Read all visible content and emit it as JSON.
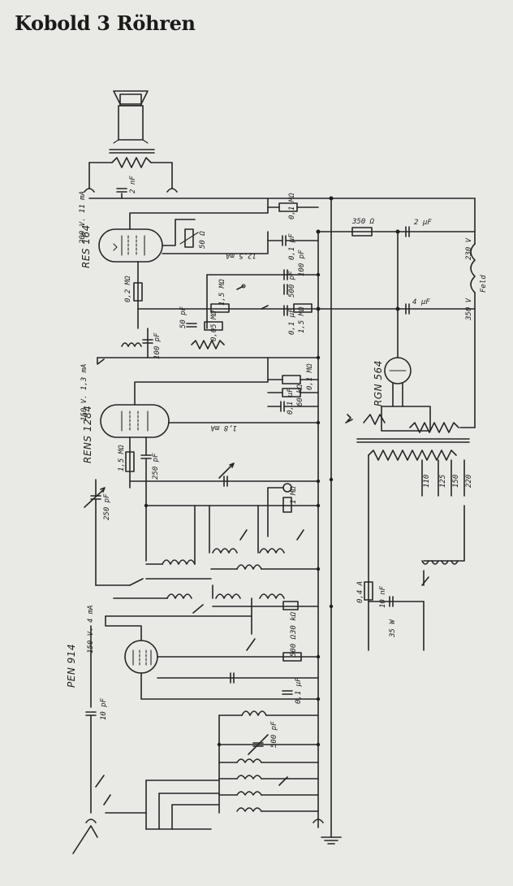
{
  "title": "Kobold 3 Röhren",
  "tubes": {
    "output": "RES 164",
    "detector": "RENS 1284",
    "hf": "PEN 914",
    "rectifier": "RGN 564"
  },
  "labels": {
    "res164_voltage": "200 V. 11 mA",
    "rens_voltage": "150 V. 1,3 mA",
    "pen_voltage": "150 V. 4 mA",
    "c_2nf": "2 nF",
    "r_01mo": "0,1 MΩ",
    "c_01uf_top": "0,1 µF",
    "r_350": "350 Ω",
    "c_2uf": "2 µF",
    "v_230": "230 V",
    "r_50": "50 Ω",
    "i_125": "12,5 mA",
    "r_02mo": "0,2 MΩ",
    "c_500pf": "500 pF",
    "c_100pf": "100 pF",
    "r_15mo": "1,5 MΩ",
    "c_50pf": "50 pF",
    "c_01uf_mid": "0,1 µF",
    "r_005mo": "0,05 MΩ",
    "r_15mo_b": "1,5 MΩ",
    "c_4uf": "4 µF",
    "v_350": "350 V",
    "field": "Feld",
    "c_100pf_b": "100 pF",
    "r_01mo_b": "0,1 MΩ",
    "r_60ko": "60 kΩ",
    "c_01uf_c": "0,1 µF",
    "i_18": "1,8 mA",
    "r_15mo_c": "1,5 MΩ",
    "c_250pf": "250 pF",
    "c_250pf_var": "250 pF",
    "r_1mo": "1 MΩ",
    "r_30ko": "30 kΩ",
    "r_500": "500 Ω",
    "c_01uf_d": "0,1 µF",
    "c_10pf": "10 pF",
    "c_500pf_var": "500 pF",
    "fuse": "0,4 A",
    "c_10nf": "10 nF",
    "power": "35 W",
    "tap_110": "110",
    "tap_125": "125",
    "tap_150": "150",
    "tap_220": "220"
  }
}
